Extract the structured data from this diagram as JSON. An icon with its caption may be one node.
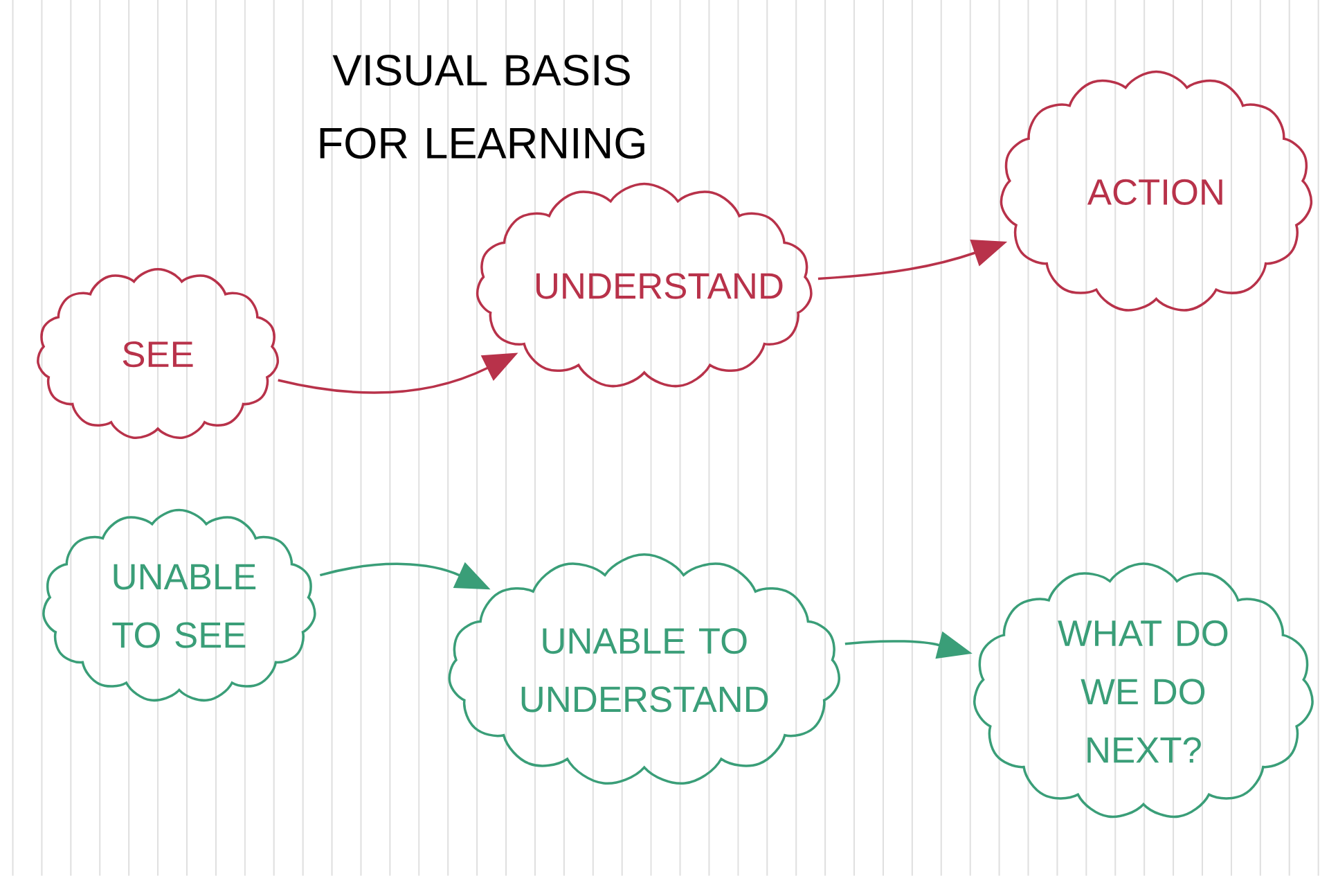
{
  "diagram": {
    "title": "VISUAL BASIS FOR LEARNING",
    "nodes": [
      {
        "text": [
          "SEE"
        ]
      },
      {
        "text": [
          "UNDERSTAND"
        ]
      },
      {
        "text": [
          "ACTION"
        ]
      },
      {
        "text": [
          "UNABLE TO SEE"
        ]
      },
      {
        "text": [
          "UNABLE TO UNDERSTAND"
        ]
      },
      {
        "text": [
          "WHAT DO WE DO NEXT?"
        ]
      }
    ],
    "edges": [
      {
        "from": 0,
        "to": 1,
        "arrow": "to",
        "color": "#b8324a"
      },
      {
        "from": 1,
        "to": 2,
        "arrow": "to",
        "color": "#b8324a"
      },
      {
        "from": 3,
        "to": 4,
        "arrow": "to",
        "color": "#3a9e78"
      },
      {
        "from": 4,
        "to": 5,
        "arrow": "to",
        "color": "#3a9e78"
      }
    ]
  }
}
